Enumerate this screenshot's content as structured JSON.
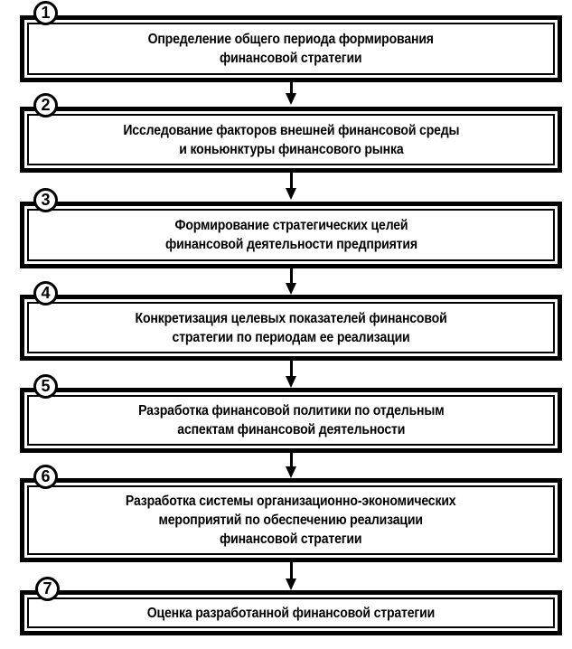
{
  "diagram": {
    "type": "flowchart",
    "direction": "top-to-bottom",
    "steps": [
      {
        "number": "1",
        "text": "Определение общего периода формирования\nфинансовой стратегии"
      },
      {
        "number": "2",
        "text": "Исследование факторов внешней финансовой среды\nи коньюнктуры финансового рынка"
      },
      {
        "number": "3",
        "text": "Формирование стратегических целей\nфинансовой деятельности предприятия"
      },
      {
        "number": "4",
        "text": "Конкретизация целевых показателей финансовой\nстратегии по периодам ее реализации"
      },
      {
        "number": "5",
        "text": "Разработка финансовой политики по отдельным\nаспектам финансовой деятельности"
      },
      {
        "number": "6",
        "text": "Разработка системы организационно-экономических\nмероприятий по обеспечению реализации\nфинансовой стратегии"
      },
      {
        "number": "7",
        "text": "Оценка разработанной финансовой стратегии"
      }
    ],
    "connectors": [
      {
        "from": "1",
        "to": "2",
        "icon": "arrow-down-icon"
      },
      {
        "from": "2",
        "to": "3",
        "icon": "arrow-down-icon"
      },
      {
        "from": "3",
        "to": "4",
        "icon": "arrow-down-icon"
      },
      {
        "from": "4",
        "to": "5",
        "icon": "arrow-down-icon"
      },
      {
        "from": "5",
        "to": "6",
        "icon": "arrow-down-icon"
      },
      {
        "from": "6",
        "to": "7",
        "icon": "arrow-down-icon"
      }
    ],
    "colors": {
      "stroke": "#000000",
      "background": "#ffffff",
      "text": "#000000"
    }
  }
}
